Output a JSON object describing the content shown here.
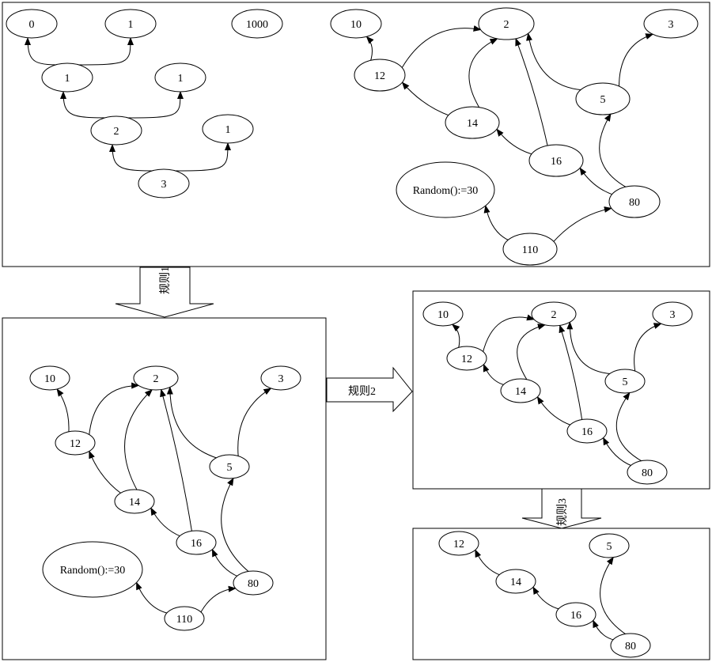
{
  "panels": {
    "initial": {
      "tree": [
        "0",
        "1",
        "1000",
        "1",
        "1",
        "2",
        "1",
        "3"
      ],
      "graph": [
        "10",
        "2",
        "3",
        "12",
        "5",
        "14",
        "16",
        "Random():=30",
        "80",
        "110"
      ]
    },
    "after_rule1": [
      "10",
      "2",
      "3",
      "12",
      "5",
      "14",
      "16",
      "Random():=30",
      "80",
      "110"
    ],
    "after_rule2": [
      "10",
      "2",
      "3",
      "12",
      "5",
      "14",
      "16",
      "80"
    ],
    "after_rule3": [
      "12",
      "5",
      "14",
      "16",
      "80"
    ]
  },
  "arrows": {
    "rule1": "规则1",
    "rule2": "规则2",
    "rule3": "规则3"
  }
}
